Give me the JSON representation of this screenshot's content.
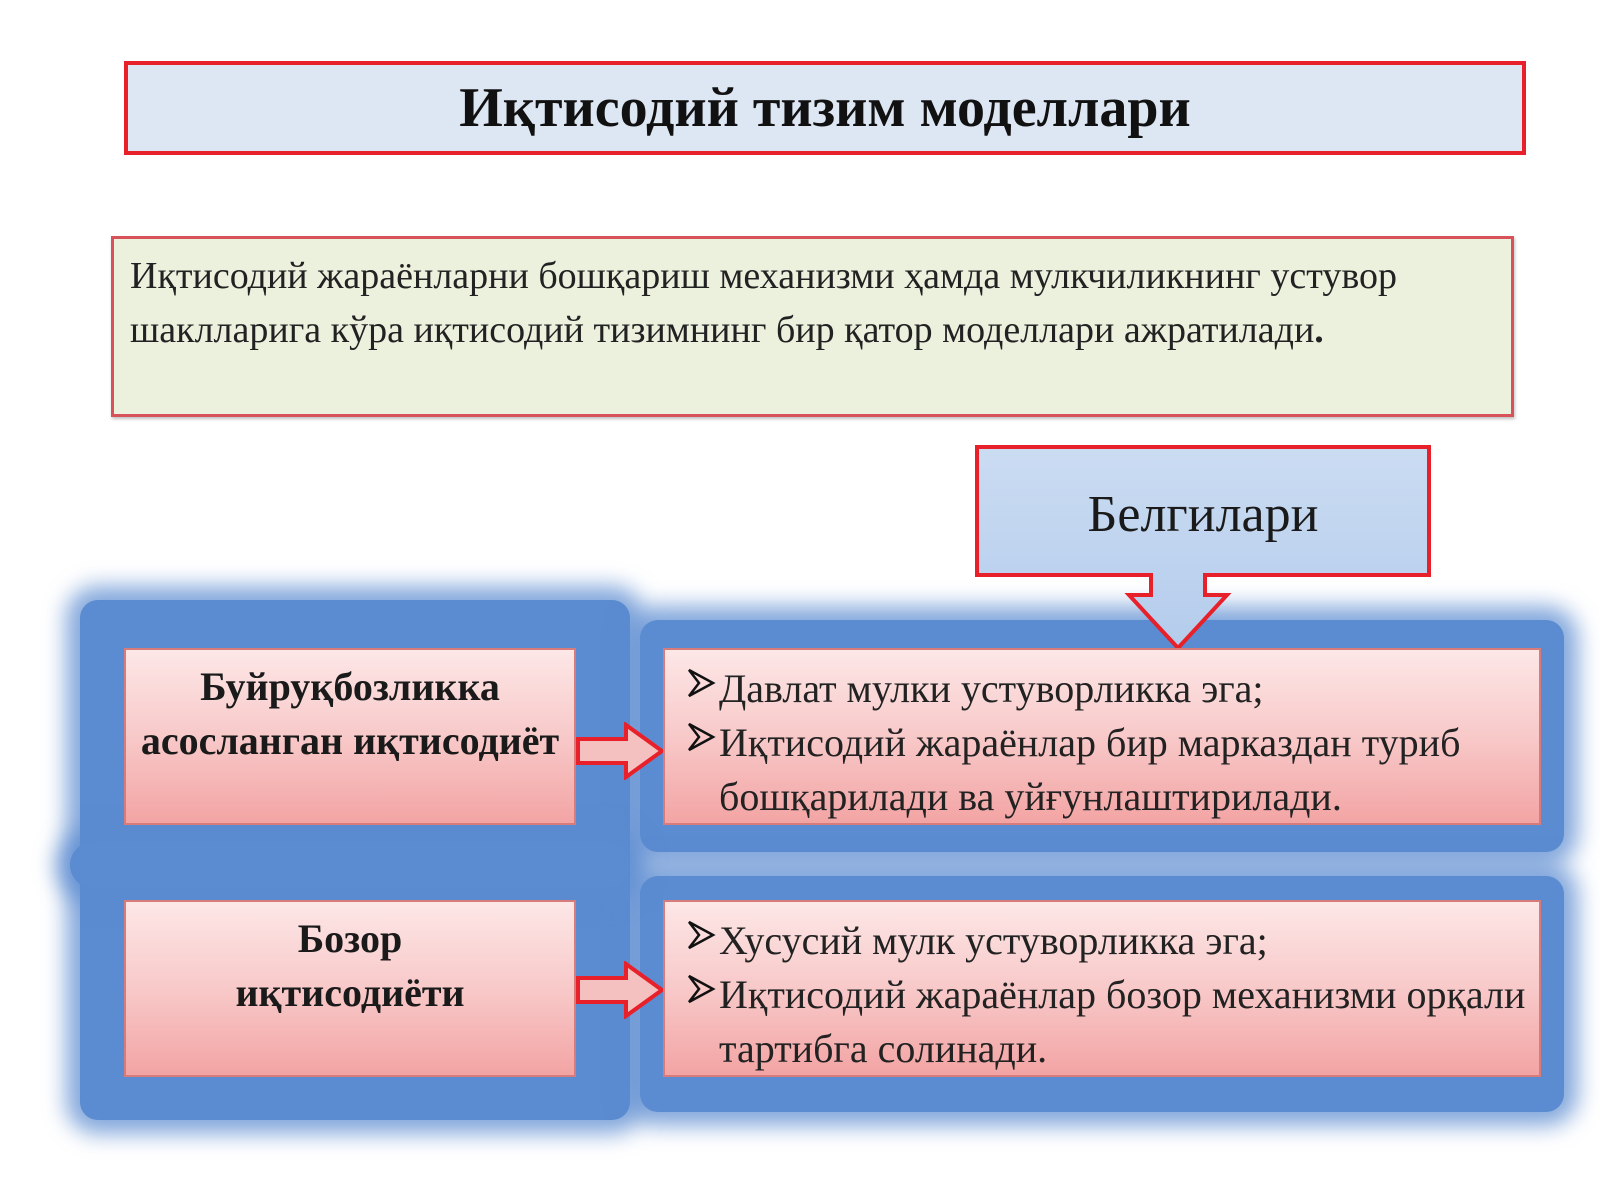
{
  "title": "Иқтисодий тизим моделлари",
  "definition": {
    "text": "Иқтисодий жараёнларни бошқариш  механизми ҳамда мулкчиликнинг устувор шаклларига кўра иқтисодий тизимнинг бир қатор моделлари ажратилади",
    "end_mark": "."
  },
  "callout": {
    "label": "Белгилари"
  },
  "models": [
    {
      "name": "Буйруқбозликка асосланган иқтисодиёт",
      "features": [
        "Давлат мулки устуворликка эга;",
        "Иқтисодий жараёнлар бир марказдан туриб бошқарилади ва уйғунлаштирилади."
      ]
    },
    {
      "name_lines": [
        "Бозор",
        "иқтисодиёти"
      ],
      "features": [
        "Хусусий мулк устуворликка эга;",
        "Иқтисодий жараёнлар бозор механизми орқали тартибга солинади."
      ]
    }
  ],
  "colors": {
    "title_bg": "#dde6f3",
    "title_border": "#e8202a",
    "definition_bg": "#ecf1de",
    "glow_blue": "#5b8bd0",
    "box_pink": "#f8c9c9",
    "arrow_red": "#e8202a"
  }
}
